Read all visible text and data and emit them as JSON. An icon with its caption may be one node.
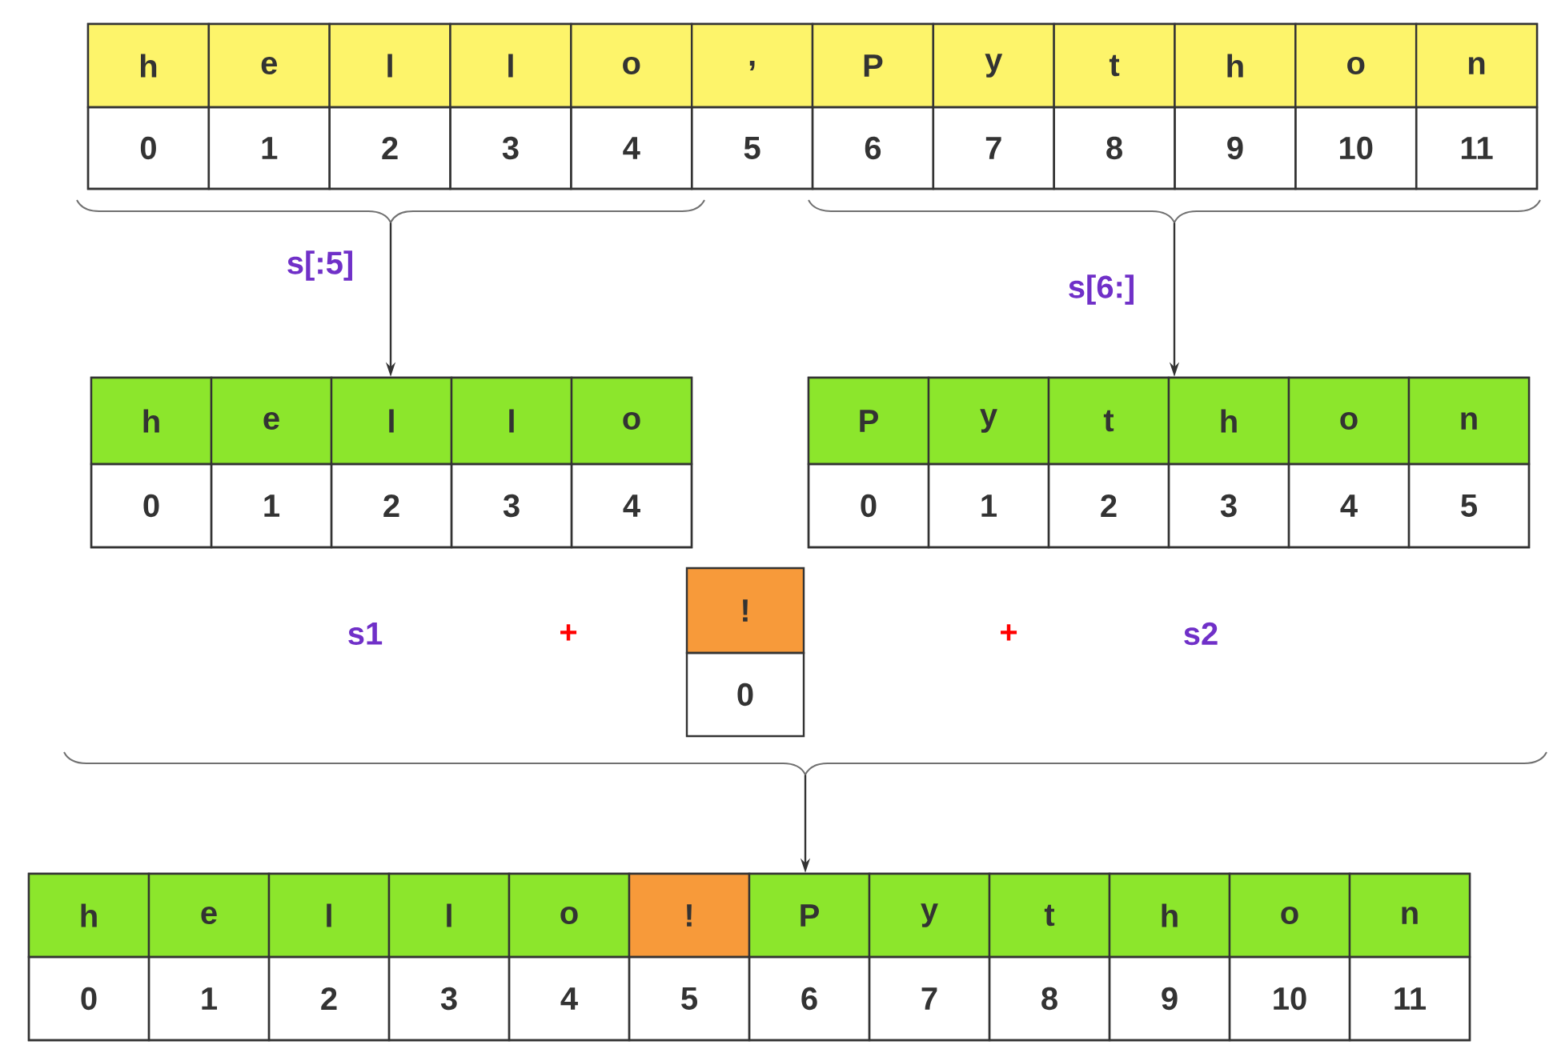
{
  "diagram": {
    "nodes": [
      {
        "text": [],
        "shape": "box"
      },
      {
        "text": [
          "h",
          "0"
        ],
        "in": 0
      },
      {
        "text": [
          "e",
          "1"
        ],
        "in": 0
      },
      {
        "text": [
          "l",
          "2"
        ],
        "in": 0
      },
      {
        "text": [
          "l",
          "3"
        ],
        "in": 0
      },
      {
        "text": [
          "o",
          "4"
        ],
        "in": 0
      },
      {
        "text": [
          ",",
          "5"
        ],
        "in": 0
      },
      {
        "text": [
          "P",
          "6"
        ],
        "in": 0
      },
      {
        "text": [
          "y",
          "7"
        ],
        "in": 0
      },
      {
        "text": [
          "t",
          "8"
        ],
        "in": 0
      },
      {
        "text": [
          "h",
          "9"
        ],
        "in": 0
      },
      {
        "text": [
          "o",
          "10"
        ],
        "in": 0
      },
      {
        "text": [
          "n",
          "11"
        ],
        "in": 0
      },
      {
        "text": [],
        "shape": "box"
      },
      {
        "text": [
          "h",
          "0"
        ],
        "in": 13
      },
      {
        "text": [
          "e",
          "1"
        ],
        "in": 13
      },
      {
        "text": [
          "l",
          "2"
        ],
        "in": 13
      },
      {
        "text": [
          "l",
          "3"
        ],
        "in": 13
      },
      {
        "text": [
          "o",
          "4"
        ],
        "in": 13
      },
      {
        "text": [],
        "shape": "box"
      },
      {
        "text": [
          "P",
          "0"
        ],
        "in": 19
      },
      {
        "text": [
          "y",
          "1"
        ],
        "in": 19
      },
      {
        "text": [
          "t",
          "2"
        ],
        "in": 19
      },
      {
        "text": [
          "h",
          "3"
        ],
        "in": 19
      },
      {
        "text": [
          "o",
          "4"
        ],
        "in": 19
      },
      {
        "text": [
          "n",
          "5"
        ],
        "in": 19
      },
      {
        "text": [
          "!",
          "0"
        ]
      },
      {
        "text": [],
        "shape": "box"
      },
      {
        "text": [
          "h",
          "0"
        ],
        "in": 27
      },
      {
        "text": [
          "e",
          "1"
        ],
        "in": 27
      },
      {
        "text": [
          "l",
          "2"
        ],
        "in": 27
      },
      {
        "text": [
          "l",
          "3"
        ],
        "in": 27
      },
      {
        "text": [
          "o",
          "4"
        ],
        "in": 27
      },
      {
        "text": [
          "!",
          "5"
        ],
        "in": 27
      },
      {
        "text": [
          "P",
          "6"
        ],
        "in": 27
      },
      {
        "text": [
          "y",
          "7"
        ],
        "in": 27
      },
      {
        "text": [
          "t",
          "8"
        ],
        "in": 27
      },
      {
        "text": [
          "h",
          "9"
        ],
        "in": 27
      },
      {
        "text": [
          "o",
          "10"
        ],
        "in": 27
      },
      {
        "text": [
          "n",
          "11"
        ],
        "in": 27
      },
      {
        "text": [],
        "shape": "brace"
      },
      {
        "text": [],
        "shape": "brace"
      },
      {
        "text": [],
        "shape": "brace"
      }
    ],
    "edges": [
      {
        "from": 40,
        "to": 13,
        "arrow": "to",
        "label": "s[:5]"
      },
      {
        "from": 41,
        "to": 19,
        "arrow": "to",
        "label": "s[6:]"
      },
      {
        "from": 42,
        "to": 27,
        "arrow": "to"
      }
    ],
    "labels": [
      "s1",
      "+",
      "+",
      "s2"
    ]
  }
}
